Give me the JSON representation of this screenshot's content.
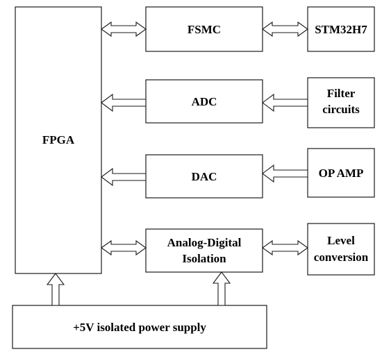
{
  "blocks": {
    "fpga": "FPGA",
    "fsmc": "FSMC",
    "stm32": "STM32H7",
    "adc": "ADC",
    "filter_line1": "Filter",
    "filter_line2": "circuits",
    "dac": "DAC",
    "opamp": "OP AMP",
    "isolation_line1": "Analog-Digital",
    "isolation_line2": "Isolation",
    "level_line1": "Level",
    "level_line2": "conversion",
    "power": "+5V isolated power supply"
  }
}
